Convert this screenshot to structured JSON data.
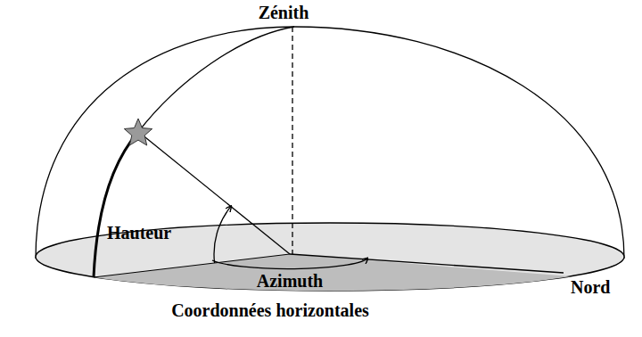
{
  "diagram": {
    "caption": "Coordonnées horizontales",
    "labels": [
      "Zénith",
      "Hauteur",
      "Azimuth",
      "Nord"
    ]
  }
}
